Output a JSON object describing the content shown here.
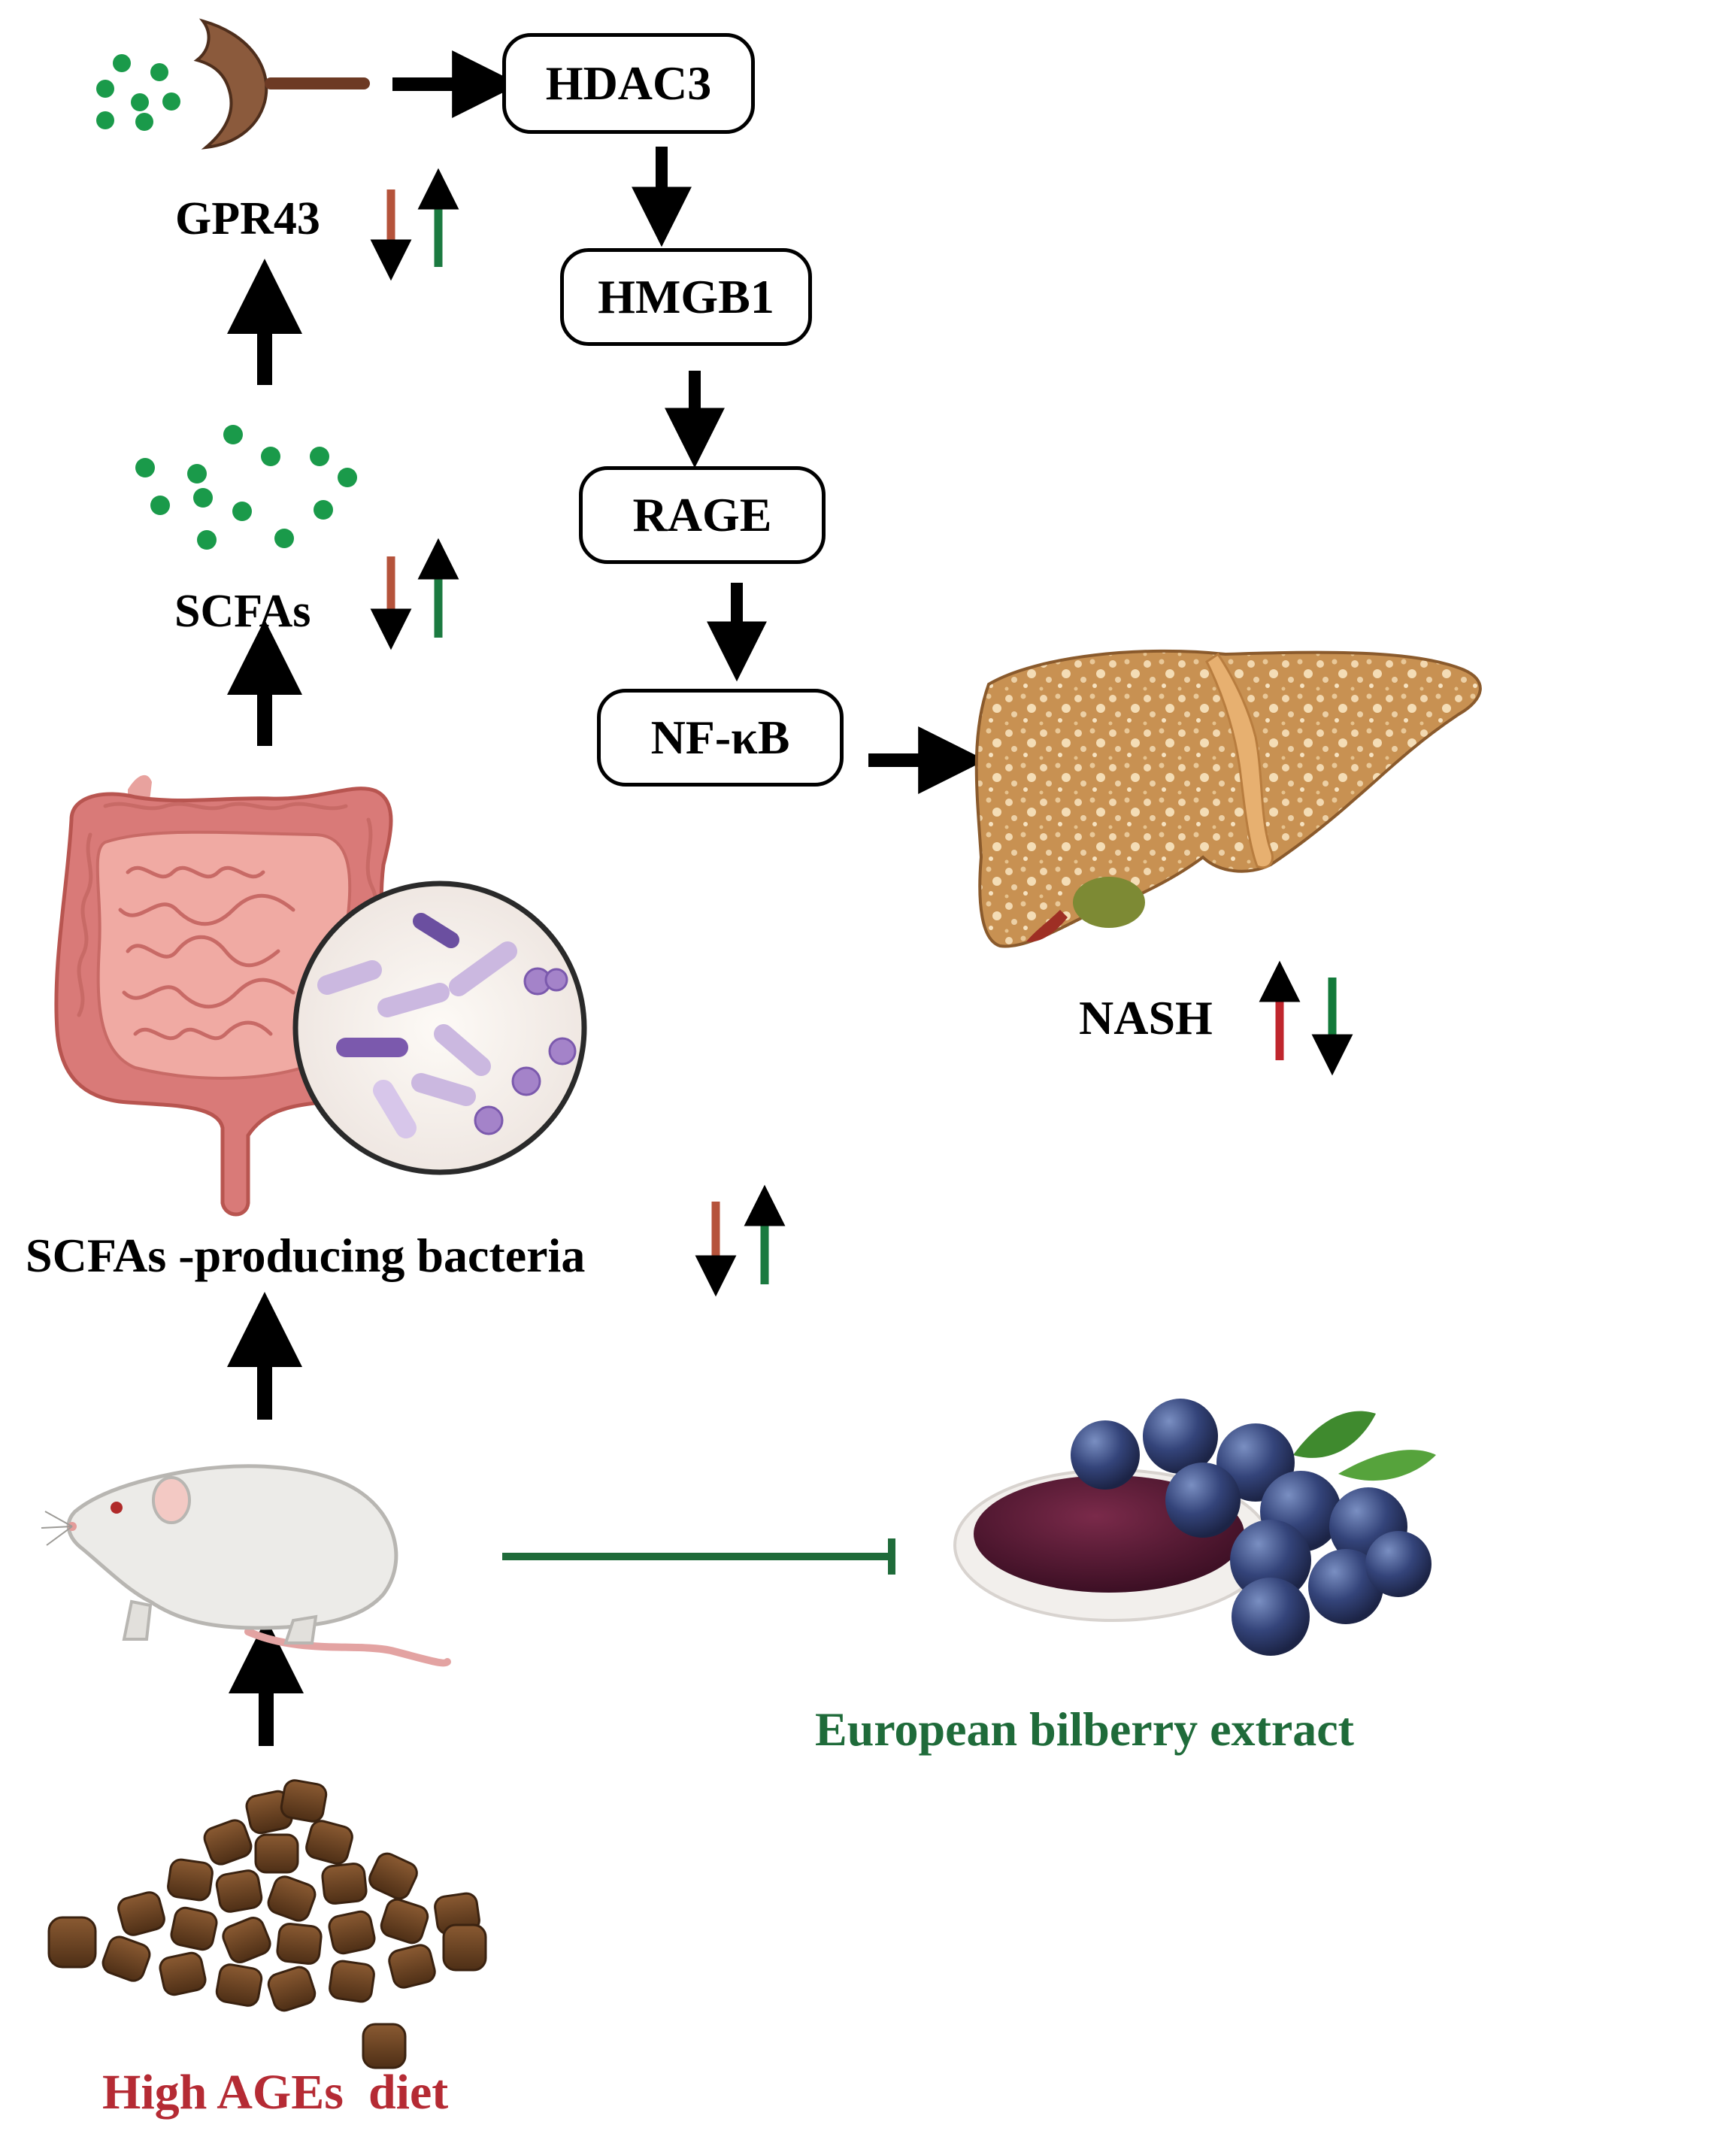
{
  "pathway": {
    "hdac3": "HDAC3",
    "hmgb1": "HMGB1",
    "rage": "RAGE",
    "nfkb": "NF-κB"
  },
  "labels": {
    "gpr43": "GPR43",
    "scfas": "SCFAs",
    "bacteria": "SCFAs -producing bacteria",
    "nash": "NASH",
    "diet": "High AGEs  diet",
    "extract": "European bilberry extract"
  },
  "colors": {
    "down_brown": "#b5533b",
    "up_green": "#1b7a40",
    "nash_up_red": "#c0262d",
    "nash_down_green": "#137a3a",
    "diet_red": "#b52b34",
    "extract_green": "#1f6b3a",
    "inhibition_line": "#1f6b3a",
    "scfa_dots": "#1a9a4a"
  },
  "icons": [
    "gpr43-receptor-icon",
    "scfa-molecules-icon",
    "intestine-icon",
    "bacteria-magnifier-icon",
    "liver-icon",
    "mouse-icon",
    "bilberry-icon",
    "diet-pellets-icon"
  ]
}
